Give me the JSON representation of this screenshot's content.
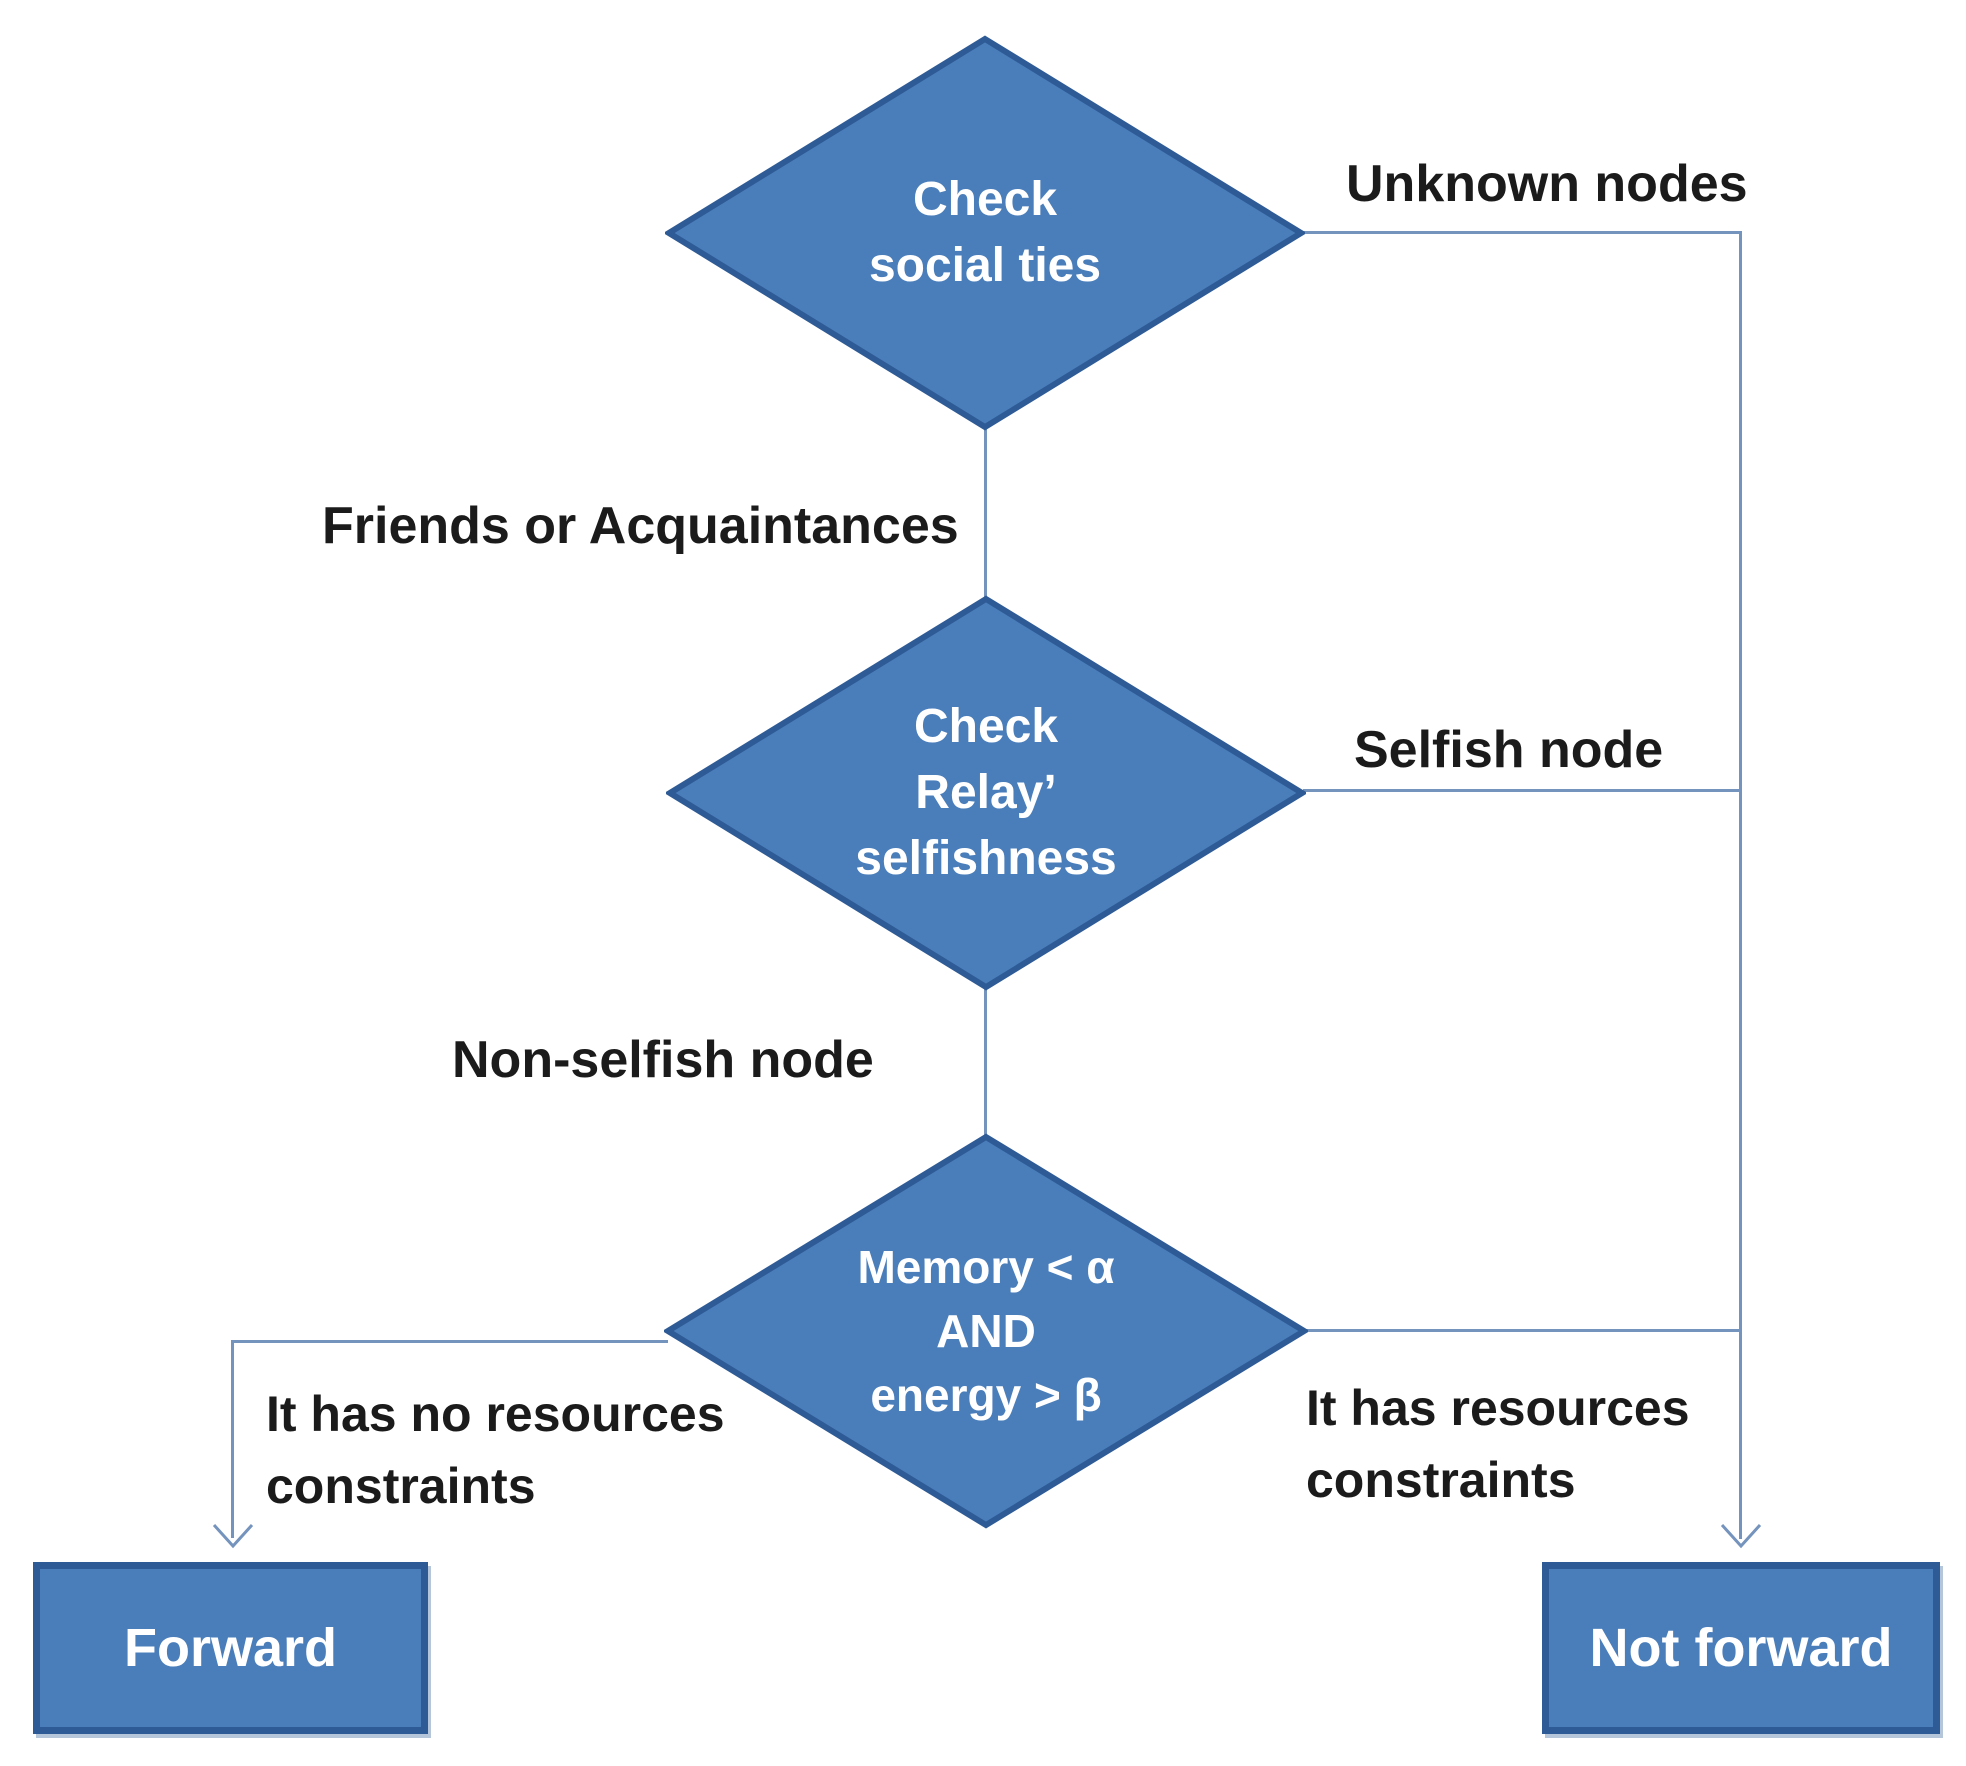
{
  "colors": {
    "shape_fill": "#4a7ebb",
    "shape_border": "#2e5b96",
    "connector": "#7493bd",
    "shape_text": "#ffffff",
    "label_text": "#1b1b1b",
    "canvas_bg": "#ffffff"
  },
  "nodes": {
    "check_social_ties": {
      "type": "decision",
      "lines": [
        "Check",
        "social ties"
      ]
    },
    "check_relay_selfishness": {
      "type": "decision",
      "lines": [
        "Check",
        "Relay’",
        "selfishness"
      ]
    },
    "resource_condition": {
      "type": "decision",
      "lines": [
        "Memory < α",
        "AND",
        "energy > β"
      ]
    },
    "forward": {
      "type": "process",
      "label": "Forward"
    },
    "not_forward": {
      "type": "process",
      "label": "Not forward"
    }
  },
  "edge_labels": {
    "unknown_nodes": "Unknown nodes",
    "friends_or_acquaintances": "Friends or Acquaintances",
    "selfish_node": "Selfish node",
    "non_selfish_node": "Non-selfish node",
    "no_resource_constraints": [
      "It has no resources",
      "constraints"
    ],
    "resource_constraints": [
      "It has resources",
      "constraints"
    ]
  }
}
